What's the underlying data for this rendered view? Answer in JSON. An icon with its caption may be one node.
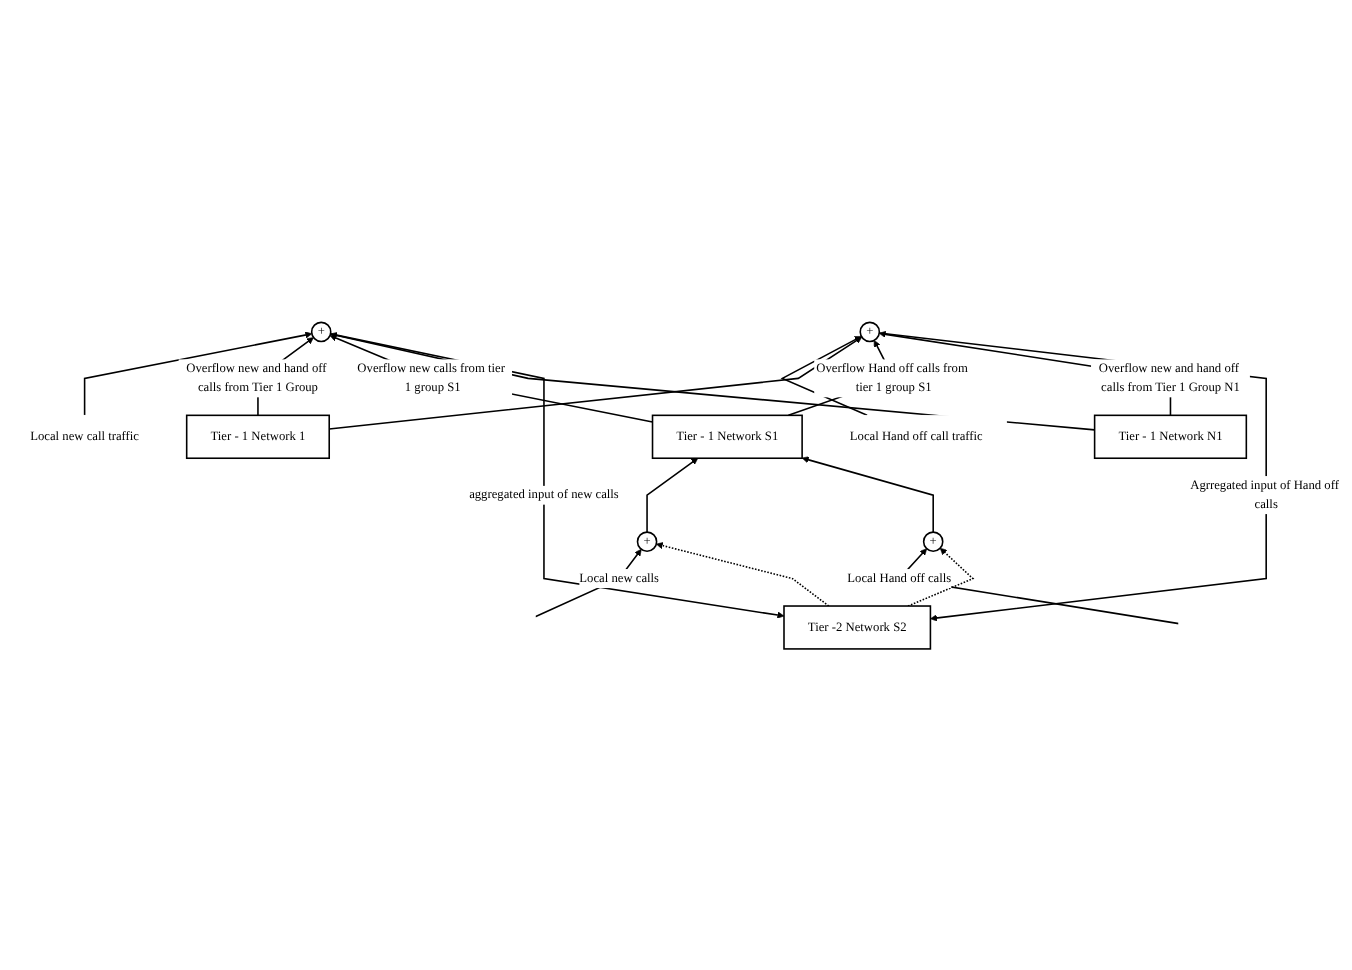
{
  "diagram": {
    "nodes": [
      {
        "text": [
          "Tier -2 Network S2"
        ]
      },
      {
        "text": [
          "+"
        ]
      },
      {
        "text": [
          "+"
        ]
      },
      {
        "text": [
          "Local new call traffic"
        ]
      },
      {
        "text": [
          "Local Hand off call traffic"
        ]
      },
      {
        "text": [
          "Tier - 1 Network 1"
        ]
      },
      {
        "text": [
          "Tier - 1 Network S1"
        ]
      },
      {
        "text": [
          "Tier - 1 Network N1"
        ]
      },
      {
        "text": [
          "+"
        ]
      },
      {
        "text": [
          "+"
        ]
      }
    ],
    "edges": [
      {
        "from": 1,
        "to": 0,
        "arrow": "to",
        "label": "aggregated input of new calls"
      },
      {
        "from": 2,
        "to": 0,
        "arrow": "to",
        "label": "Agrregated input of Hand off calls"
      },
      {
        "from": 3,
        "to": 1,
        "arrow": "to"
      },
      {
        "from": 4,
        "to": 2,
        "arrow": "to"
      },
      {
        "from": 5,
        "to": 1,
        "arrow": "to",
        "label": "Overflow new and hand off calls from Tier 1 Group"
      },
      {
        "from": 5,
        "to": 2,
        "arrow": "to"
      },
      {
        "from": 6,
        "to": 1,
        "arrow": "to",
        "label": "Overflow new calls from tier 1 group S1"
      },
      {
        "from": 6,
        "to": 2,
        "arrow": "to",
        "label": "Overflow Hand off calls from tier 1 group S1"
      },
      {
        "from": 7,
        "to": 1,
        "arrow": "to"
      },
      {
        "from": 7,
        "to": 2,
        "arrow": "to",
        "label": "Overflow new and hand off calls from Tier 1 Group N1"
      },
      {
        "from": 8,
        "to": 6,
        "arrow": "to"
      },
      {
        "from": 9,
        "to": 6,
        "arrow": "to"
      },
      {
        "from": null,
        "to": 8,
        "arrow": "to",
        "label": "Local new calls"
      },
      {
        "from": null,
        "to": 9,
        "arrow": "to",
        "label": "Local Hand off calls"
      },
      {
        "from": 0,
        "to": 8,
        "arrow": "to",
        "style": "dashed"
      },
      {
        "from": 0,
        "to": 9,
        "arrow": "to",
        "style": "dashed"
      }
    ]
  }
}
